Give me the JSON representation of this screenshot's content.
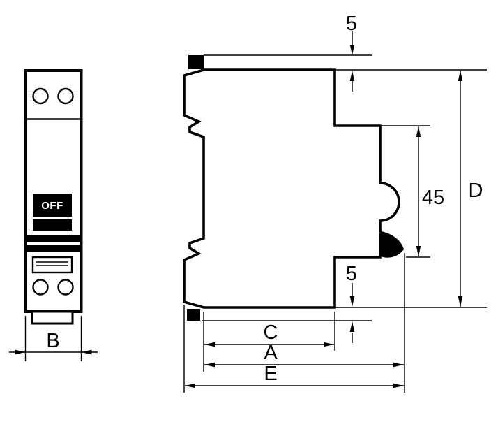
{
  "drawing": {
    "front_view": {
      "switch_state": "OFF",
      "width_label": "B"
    },
    "side_view": {
      "top_clearance_mm": "5",
      "bottom_clearance_mm": "5",
      "recess_height_mm": "45",
      "overall_height_label": "D",
      "depth_c_label": "C",
      "depth_a_label": "A",
      "depth_e_label": "E"
    },
    "colors": {
      "line": "#000000",
      "background": "#ffffff"
    }
  }
}
